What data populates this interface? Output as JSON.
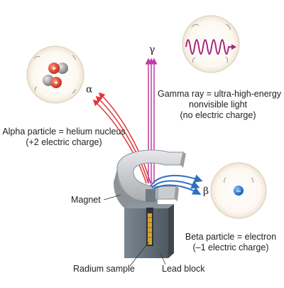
{
  "labels": {
    "alpha_symbol": "α",
    "gamma_symbol": "γ",
    "beta_symbol": "β",
    "gamma_line1": "Gamma ray = ultra-high-energy",
    "gamma_line2": "nonvisible light",
    "gamma_line3": "(no electric charge)",
    "alpha_line1": "Alpha particle = helium nucleus",
    "alpha_line2": "(+2 electric charge)",
    "beta_line1": "Beta particle = electron",
    "beta_line2": "(–1 electric charge)",
    "magnet": "Magnet",
    "radium_sample": "Radium sample",
    "lead_block": "Lead block"
  },
  "particle_signs": {
    "alpha_plus": "+",
    "beta_minus": "–"
  },
  "colors": {
    "alpha_ray": "#e0343c",
    "gamma_ray": "#c23aa8",
    "beta_ray": "#2f6fc0",
    "wave": "#a4287f",
    "magnet": "#b9bcbf",
    "lead_block": "#5e6b75",
    "radium": "#d6a533"
  }
}
